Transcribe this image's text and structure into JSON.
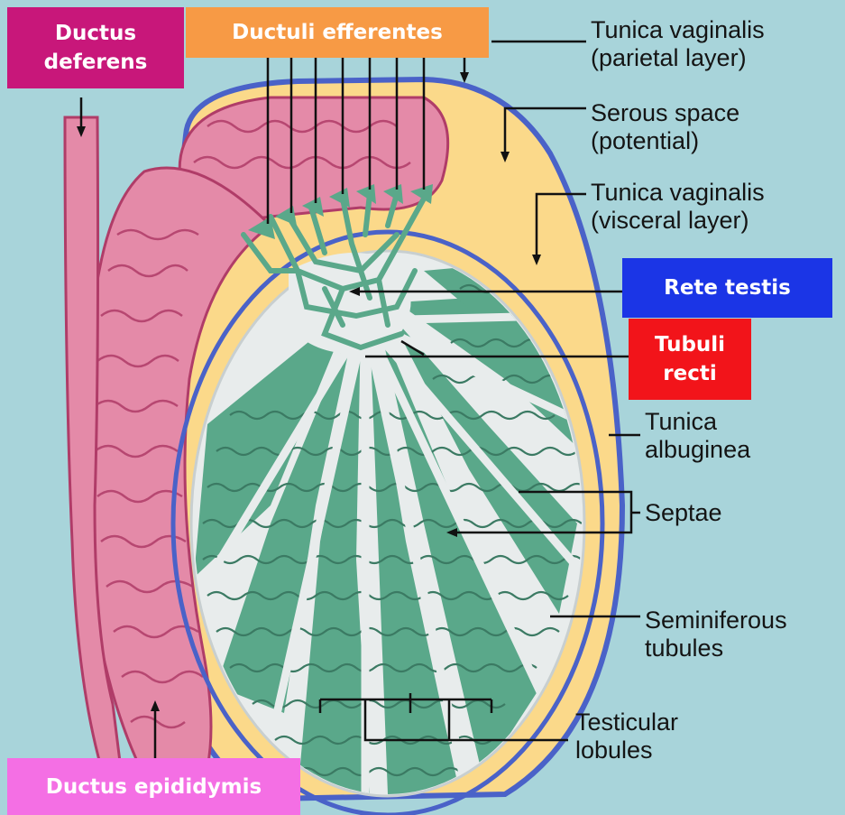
{
  "diagram": {
    "colors": {
      "background": "#a8d4da",
      "tubules": "#5aa88a",
      "tubule_lines": "#3b7a63",
      "septa": "#e8ecec",
      "tunica": "#4a62c8",
      "serous_space": "#fbd98a",
      "epididymis": "#e48aa8",
      "epididymis_outline": "#b03c68"
    },
    "badges": {
      "ductus_deferens": {
        "text": "Ductus\ndeferens",
        "color": "#c8177a"
      },
      "ductuli_efferentes": {
        "text": "Ductuli efferentes",
        "color": "#f79a45"
      },
      "rete_testis": {
        "text": "Rete testis",
        "color": "#1b35e6"
      },
      "tubuli_recti": {
        "text": "Tubuli\nrecti",
        "color": "#f2141a"
      },
      "ductus_epididymis": {
        "text": "Ductus epididymis",
        "color": "#f46fe4"
      }
    },
    "labels": {
      "tunica_vaginalis_parietal": "Tunica vaginalis\n(parietal layer)",
      "serous_space": "Serous space\n(potential)",
      "tunica_vaginalis_visceral": "Tunica vaginalis\n(visceral layer)",
      "tunica_albuginea": "Tunica\nalbuginea",
      "septae": "Septae",
      "seminiferous_tubules": "Seminiferous\ntubules",
      "testicular_lobules": "Testicular\nlobules"
    }
  }
}
